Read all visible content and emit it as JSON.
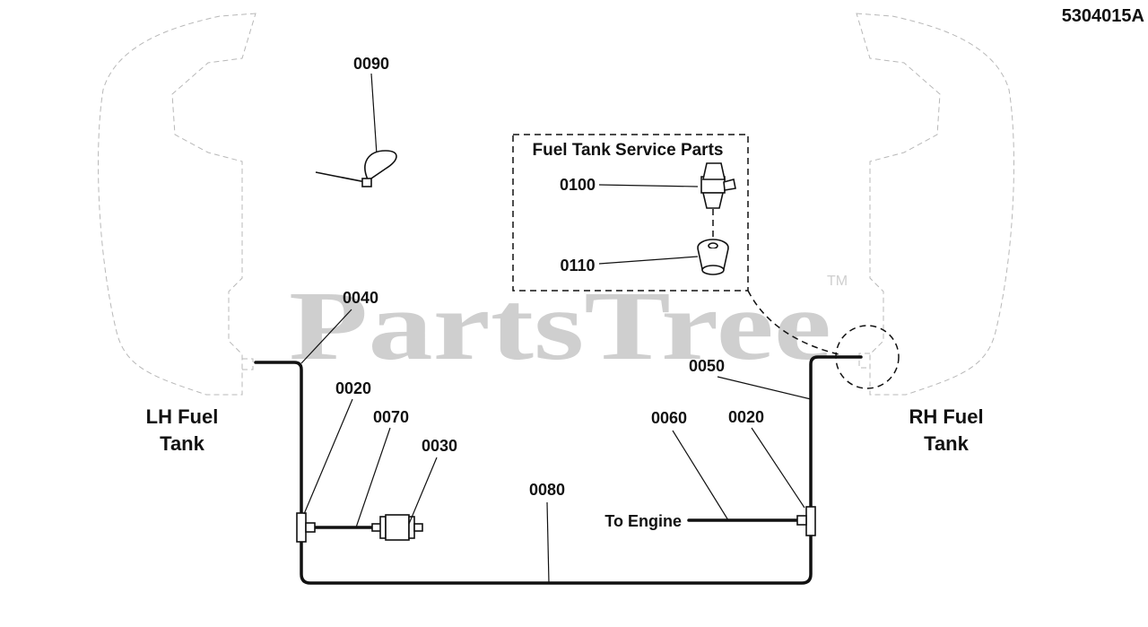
{
  "document_id": "5304015A",
  "watermark": {
    "text": "PartsTree",
    "trademark": "TM"
  },
  "tanks": {
    "left": {
      "line1": "LH Fuel",
      "line2": "Tank"
    },
    "right": {
      "line1": "RH Fuel",
      "line2": "Tank"
    }
  },
  "service_parts": {
    "title": "Fuel Tank Service Parts"
  },
  "callouts": {
    "p0090": "0090",
    "p0100": "0100",
    "p0110": "0110",
    "p0040": "0040",
    "p0050": "0050",
    "p0020_left": "0020",
    "p0070": "0070",
    "p0030": "0030",
    "p0080": "0080",
    "p0060": "0060",
    "p0020_right": "0020"
  },
  "to_engine": "To Engine"
}
